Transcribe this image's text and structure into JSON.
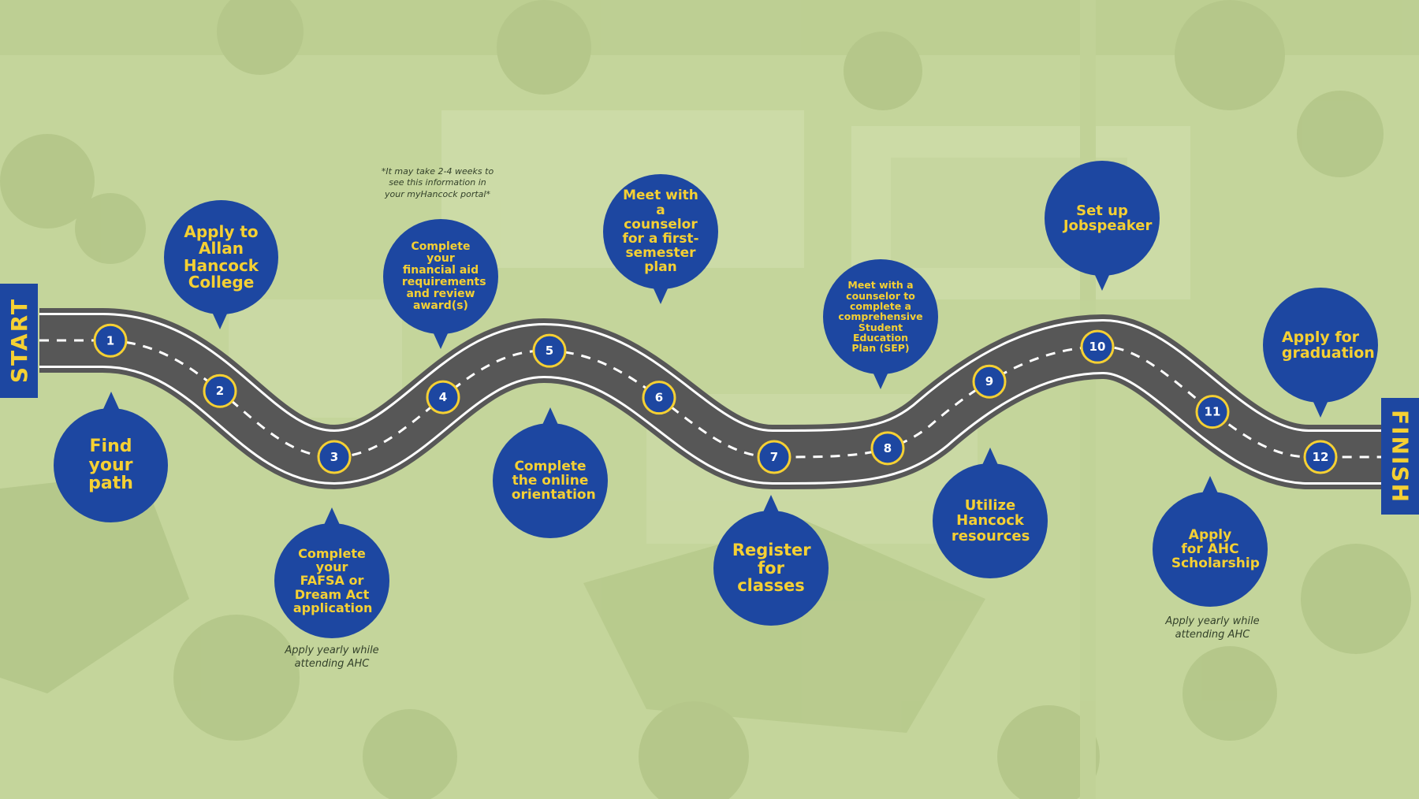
{
  "edges": {
    "start": "START",
    "finish": "FINISH"
  },
  "colors": {
    "background": "#c4d59b",
    "road": "#575757",
    "bubble": "#1d47a1",
    "bubble_text": "#f5d033",
    "marker_ring": "#f5d033",
    "marker_fill": "#1d47a1"
  },
  "markers": [
    "1",
    "2",
    "3",
    "4",
    "5",
    "6",
    "7",
    "8",
    "9",
    "10",
    "11",
    "12"
  ],
  "steps": [
    {
      "id": "find-your-path",
      "text": "Find your\npath"
    },
    {
      "id": "apply-to-allan-hancock-college",
      "text": "Apply to\nAllan\nHancock\nCollege"
    },
    {
      "id": "complete-fafsa-or-dream-act",
      "text": "Complete\nyour FAFSA or\nDream Act\napplication"
    },
    {
      "id": "complete-financial-aid-requirements",
      "text": "Complete\nyour\nfinancial aid\nrequirements\nand review\naward(s)"
    },
    {
      "id": "complete-online-orientation",
      "text": "Complete\nthe online\norientation"
    },
    {
      "id": "meet-counselor-first-semester",
      "text": "Meet with\na counselor\nfor a first-\nsemester\nplan"
    },
    {
      "id": "register-for-classes",
      "text": "Register\nfor classes"
    },
    {
      "id": "meet-counselor-sep",
      "text": "Meet with a\ncounselor to\ncomplete a\ncomprehensive\nStudent\nEducation\nPlan (SEP)"
    },
    {
      "id": "utilize-hancock-resources",
      "text": "Utilize\nHancock\nresources"
    },
    {
      "id": "set-up-jobspeaker",
      "text": "Set up\nJobspeaker"
    },
    {
      "id": "apply-for-ahc-scholarship",
      "text": "Apply\nfor AHC\nScholarship"
    },
    {
      "id": "apply-for-graduation",
      "text": "Apply for\ngraduation"
    }
  ],
  "notes": [
    {
      "id": "portal-note",
      "text": "*It may take 2-4 weeks to\nsee this information in\nyour myHancock portal*"
    },
    {
      "id": "fafsa-note",
      "text": "Apply yearly while\nattending AHC"
    },
    {
      "id": "scholarship-note",
      "text": "Apply yearly while\nattending AHC"
    }
  ]
}
